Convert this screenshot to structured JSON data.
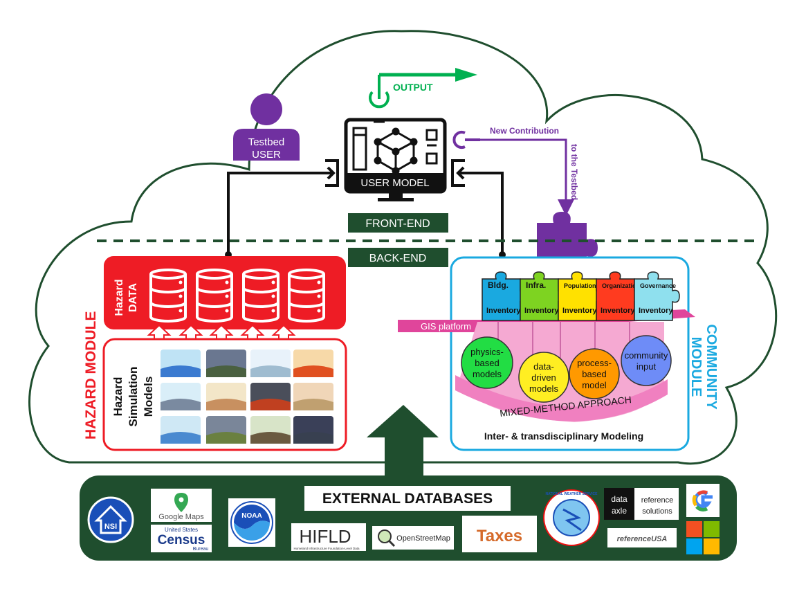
{
  "colors": {
    "dark_green": "#1f4e2e",
    "red": "#ee1c25",
    "cyan": "#1aa9e0",
    "purple": "#7030a0",
    "bright_green": "#00b050",
    "pink": "#f48fc4"
  },
  "output_label": "OUTPUT",
  "user": {
    "line1": "Testbed",
    "line2": "USER"
  },
  "monitor_label": "USER MODEL",
  "new_contribution": "New Contribution",
  "to_testbed": "to the Testbed",
  "front_end": "FRONT-END",
  "back_end": "BACK-END",
  "hazard": {
    "module_label": "HAZARD MODULE",
    "data_line1": "Hazard",
    "data_line2": "DATA",
    "sim_line1": "Hazard",
    "sim_line2": "Simulation",
    "sim_line3": "Models"
  },
  "community": {
    "module_line1": "COMMUNITY",
    "module_line2": "MODULE",
    "gis": "GIS platform",
    "pieces": [
      {
        "a": "Bldg.",
        "b": "Inventory",
        "color": "#1aa9e0"
      },
      {
        "a": "Infra.",
        "b": "Inventory",
        "color": "#7ed321"
      },
      {
        "a": "Population",
        "b": "Inventory",
        "color": "#ffe100"
      },
      {
        "a": "Organization",
        "b": "Inventory",
        "color": "#ff3b1f"
      },
      {
        "a": "Governance",
        "b": "Inventory",
        "color": "#8fe0ee"
      }
    ],
    "methods": [
      {
        "l1": "physics-",
        "l2": "based",
        "l3": "models",
        "color": "#22dd44"
      },
      {
        "l1": "data-",
        "l2": "driven",
        "l3": "models",
        "color": "#ffee22"
      },
      {
        "l1": "process-",
        "l2": "based",
        "l3": "model",
        "color": "#ff9900"
      },
      {
        "l1": "community",
        "l2": "input",
        "l3": "",
        "color": "#6e8cf7"
      }
    ],
    "mixed": "MIXED-METHOD APPROACH",
    "inter": "Inter- & transdisciplinary  Modeling"
  },
  "external": {
    "title": "EXTERNAL DATABASES",
    "logos": {
      "nsi": "NSI",
      "google_maps": "Google Maps",
      "census_top": "United States",
      "census_main": "Census",
      "census_bottom": "Bureau",
      "noaa": "NOAA",
      "hifld": "HIFLD",
      "hifld_sub": "Homeland Infrastructure Foundation-Level Data",
      "osm": "OpenStreetMap",
      "taxes": "Taxes",
      "nws": "NATIONAL WEATHER SERVICE",
      "data_axle_1": "data",
      "data_axle_2": "axle",
      "ref_solutions_1": "reference",
      "ref_solutions_2": "solutions",
      "ref_usa": "referenceUSA",
      "google": "G"
    }
  }
}
